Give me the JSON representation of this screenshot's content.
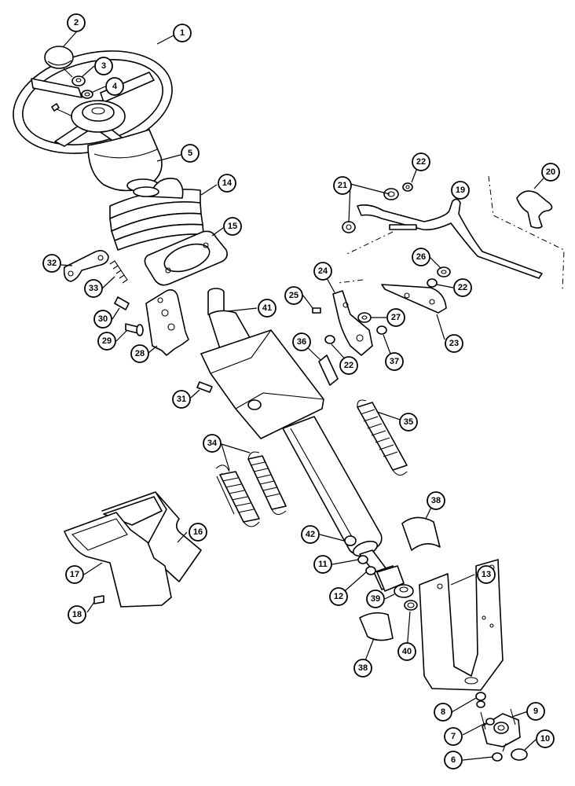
{
  "diagram": {
    "callouts": [
      {
        "id": "c1",
        "label": "1"
      },
      {
        "id": "c2",
        "label": "2"
      },
      {
        "id": "c3",
        "label": "3"
      },
      {
        "id": "c4",
        "label": "4"
      },
      {
        "id": "c5",
        "label": "5"
      },
      {
        "id": "c14",
        "label": "14"
      },
      {
        "id": "c15",
        "label": "15"
      },
      {
        "id": "c32",
        "label": "32"
      },
      {
        "id": "c33",
        "label": "33"
      },
      {
        "id": "c30",
        "label": "30"
      },
      {
        "id": "c29",
        "label": "29"
      },
      {
        "id": "c28",
        "label": "28"
      },
      {
        "id": "c41",
        "label": "41"
      },
      {
        "id": "c31",
        "label": "31"
      },
      {
        "id": "c21",
        "label": "21"
      },
      {
        "id": "c22a",
        "label": "22"
      },
      {
        "id": "c19",
        "label": "19"
      },
      {
        "id": "c20",
        "label": "20"
      },
      {
        "id": "c26",
        "label": "26"
      },
      {
        "id": "c22b",
        "label": "22"
      },
      {
        "id": "c24",
        "label": "24"
      },
      {
        "id": "c25",
        "label": "25"
      },
      {
        "id": "c27",
        "label": "27"
      },
      {
        "id": "c23",
        "label": "23"
      },
      {
        "id": "c36",
        "label": "36"
      },
      {
        "id": "c22c",
        "label": "22"
      },
      {
        "id": "c37",
        "label": "37"
      },
      {
        "id": "c35",
        "label": "35"
      },
      {
        "id": "c34",
        "label": "34"
      },
      {
        "id": "c38a",
        "label": "38"
      },
      {
        "id": "c42",
        "label": "42"
      },
      {
        "id": "c16",
        "label": "16"
      },
      {
        "id": "c17",
        "label": "17"
      },
      {
        "id": "c11",
        "label": "11"
      },
      {
        "id": "c13",
        "label": "13"
      },
      {
        "id": "c12",
        "label": "12"
      },
      {
        "id": "c39",
        "label": "39"
      },
      {
        "id": "c18",
        "label": "18"
      },
      {
        "id": "c40",
        "label": "40"
      },
      {
        "id": "c38b",
        "label": "38"
      },
      {
        "id": "c8",
        "label": "8"
      },
      {
        "id": "c9",
        "label": "9"
      },
      {
        "id": "c7",
        "label": "7"
      },
      {
        "id": "c10",
        "label": "10"
      },
      {
        "id": "c6",
        "label": "6"
      }
    ]
  }
}
